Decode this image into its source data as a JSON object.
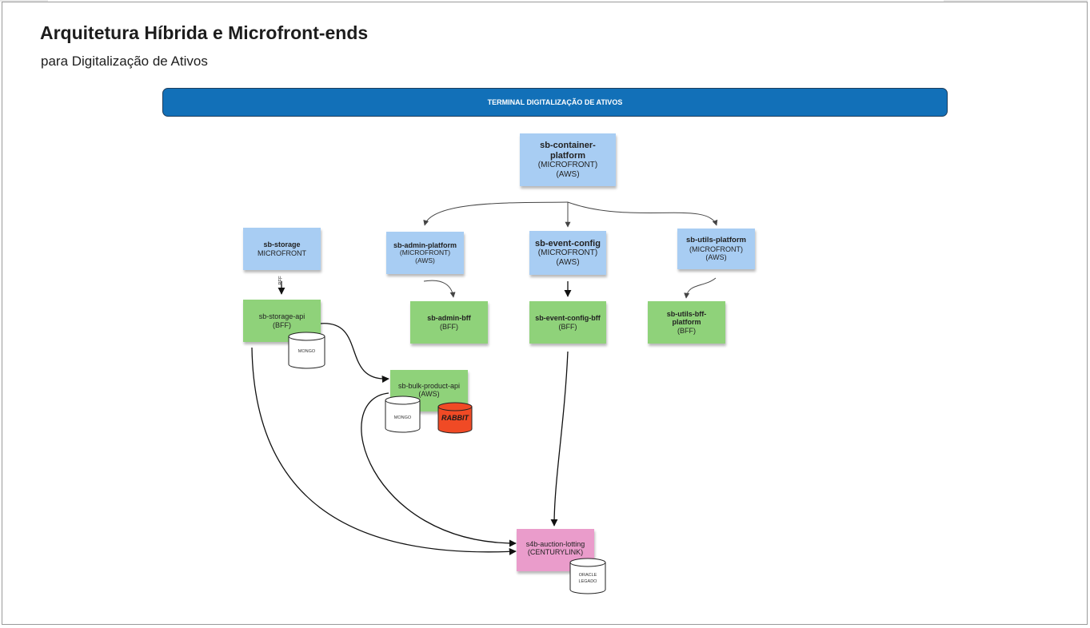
{
  "page": {
    "title": "Arquitetura Híbrida e Microfront-ends",
    "subtitle": "para Digitalização de Ativos"
  },
  "banner": {
    "label": "TERMINAL DIGITALIZAÇÃO DE ATIVOS",
    "color": "#1270b8"
  },
  "notes": {
    "container": {
      "name": "sb-container-platform",
      "type": "(MICROFRONT)",
      "host": "(AWS)"
    },
    "storage": {
      "name": "sb-storage",
      "type": "MICROFRONT"
    },
    "admin": {
      "name": "sb-admin-platform",
      "type": "(MICROFRONT)",
      "host": "(AWS)"
    },
    "event": {
      "name": "sb-event-config",
      "type": "(MICROFRONT)",
      "host": "(AWS)"
    },
    "utils": {
      "name": "sb-utils-platform",
      "type": "(MICROFRONT)",
      "host": "(AWS)"
    },
    "storage_api": {
      "name": "sb-storage-api",
      "type": "(BFF)"
    },
    "admin_bff": {
      "name": "sb-admin-bff",
      "type": "(BFF)"
    },
    "event_bff": {
      "name": "sb-event-config-bff",
      "type": "(BFF)"
    },
    "utils_bff": {
      "name": "sb-utils-bff-platform",
      "type": "(BFF)"
    },
    "bulk": {
      "name": "sb-bulk-product-api",
      "host": "(AWS)"
    },
    "auction": {
      "name": "s4b-auction-lotting",
      "host": "(CENTURYLINK)"
    }
  },
  "databases": {
    "mongo_storage": "MONGO",
    "mongo_bulk": "MONGO",
    "rabbit": "RABBIT",
    "oracle": [
      "ORACLE",
      "LEGADO"
    ]
  },
  "edge_labels": {
    "bff": "BFF"
  },
  "colors": {
    "microfront": "#a8cdf3",
    "bff": "#8fd27a",
    "legacy": "#ea9ccb",
    "rabbit": "#f04a25"
  }
}
